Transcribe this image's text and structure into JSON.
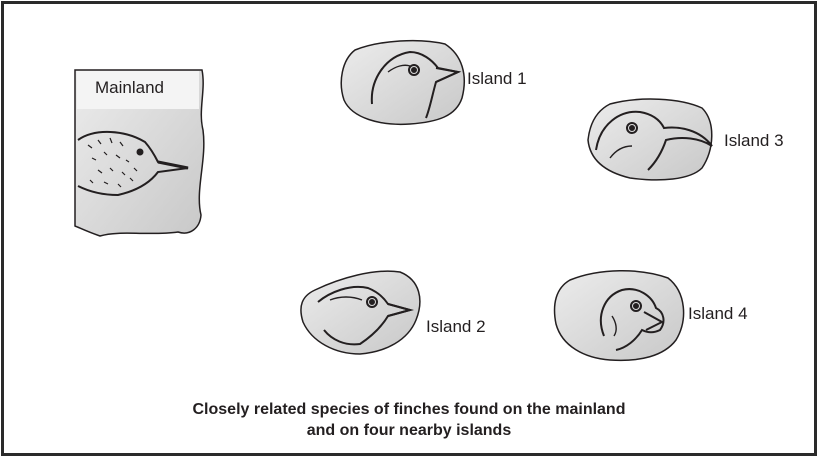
{
  "labels": {
    "mainland": "Mainland",
    "island_1": "Island 1",
    "island_2": "Island 2",
    "island_3": "Island 3",
    "island_4": "Island 4"
  },
  "caption": {
    "line1": "Closely related species of finches found on the mainland",
    "line2": "and on four nearby islands"
  },
  "colors": {
    "land_fill": "#d4d4d4",
    "outline": "#231f20",
    "frame": "#2a2a2a"
  }
}
